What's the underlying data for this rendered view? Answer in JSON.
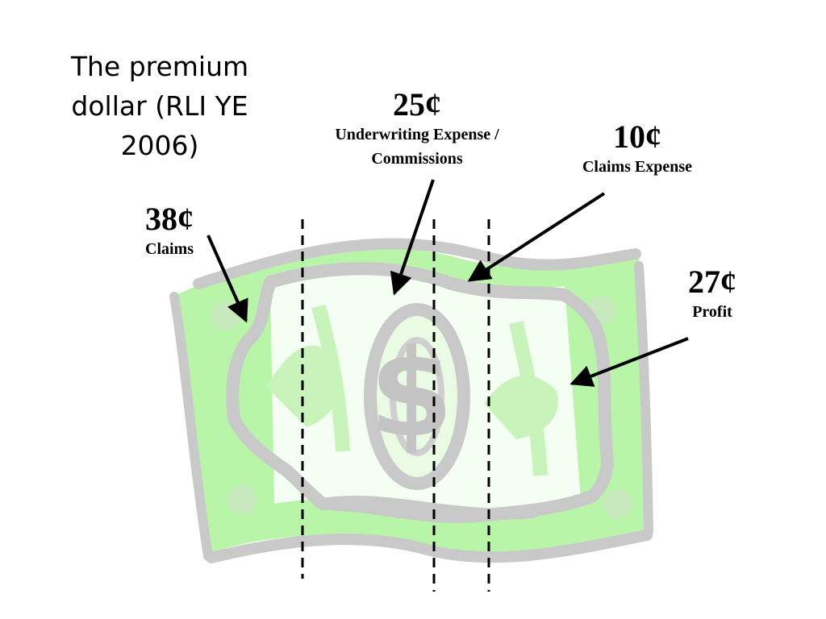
{
  "title": {
    "line1": "The premium",
    "line2": "dollar (RLI YE",
    "line3": "2006)"
  },
  "segments": [
    {
      "amount": "38¢",
      "name": "Claims"
    },
    {
      "amount": "25¢",
      "name_line1": "Underwriting Expense /",
      "name_line2": "Commissions"
    },
    {
      "amount": "10¢",
      "name": "Claims Expense"
    },
    {
      "amount": "27¢",
      "name": "Profit"
    }
  ],
  "colors": {
    "bill_green": "#b8f5a8",
    "bill_light": "#d6f7cc",
    "bill_gray": "#c9c9c9",
    "divider": "#000000"
  },
  "icons": [
    "dollar-bill-icon",
    "dollar-sign-icon"
  ]
}
